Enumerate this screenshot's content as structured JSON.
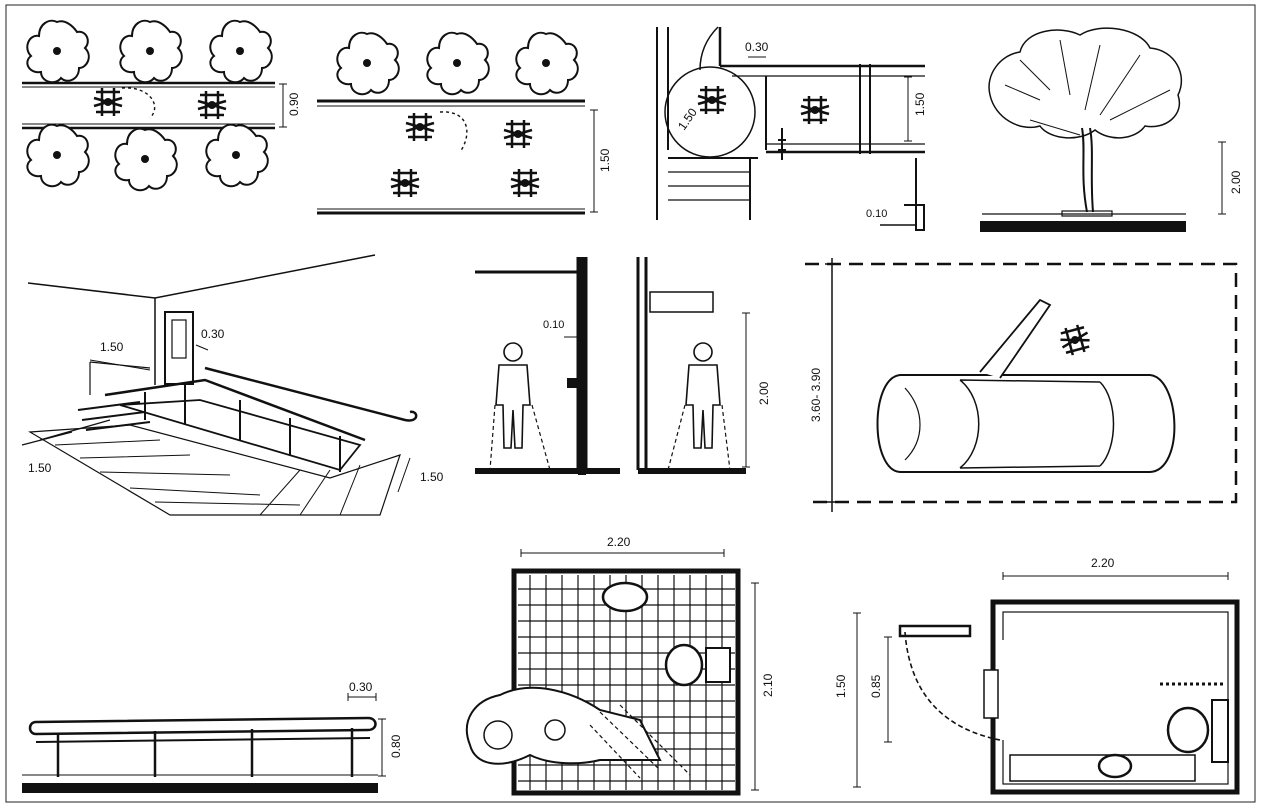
{
  "panels": {
    "walkway_trees": {
      "label": "0.90"
    },
    "walkway_wide": {
      "label": "1.50"
    },
    "entrance_plan": {
      "label_turn": "1.50",
      "label_gap": "0.30",
      "label_depth": "1.50",
      "label_curb": "0.10"
    },
    "tree_elevation": {
      "label": "2.00"
    },
    "ramp_perspective": {
      "label_landing": "1.50",
      "label_top": "0.30",
      "label_base_left": "1.50",
      "label_base_right": "1.50"
    },
    "overhang_section": {
      "label_projection": "0.10",
      "label_height": "2.00"
    },
    "parking_bay": {
      "label": "3.60- 3.90"
    },
    "handrail_elevation": {
      "label_extension": "0.30",
      "label_height": "0.80"
    },
    "toilet_plan_a": {
      "label_width": "2.20",
      "label_depth": "2.10"
    },
    "toilet_plan_b": {
      "label_width": "2.20",
      "label_depth": "1.50",
      "label_door": "0.85"
    }
  }
}
